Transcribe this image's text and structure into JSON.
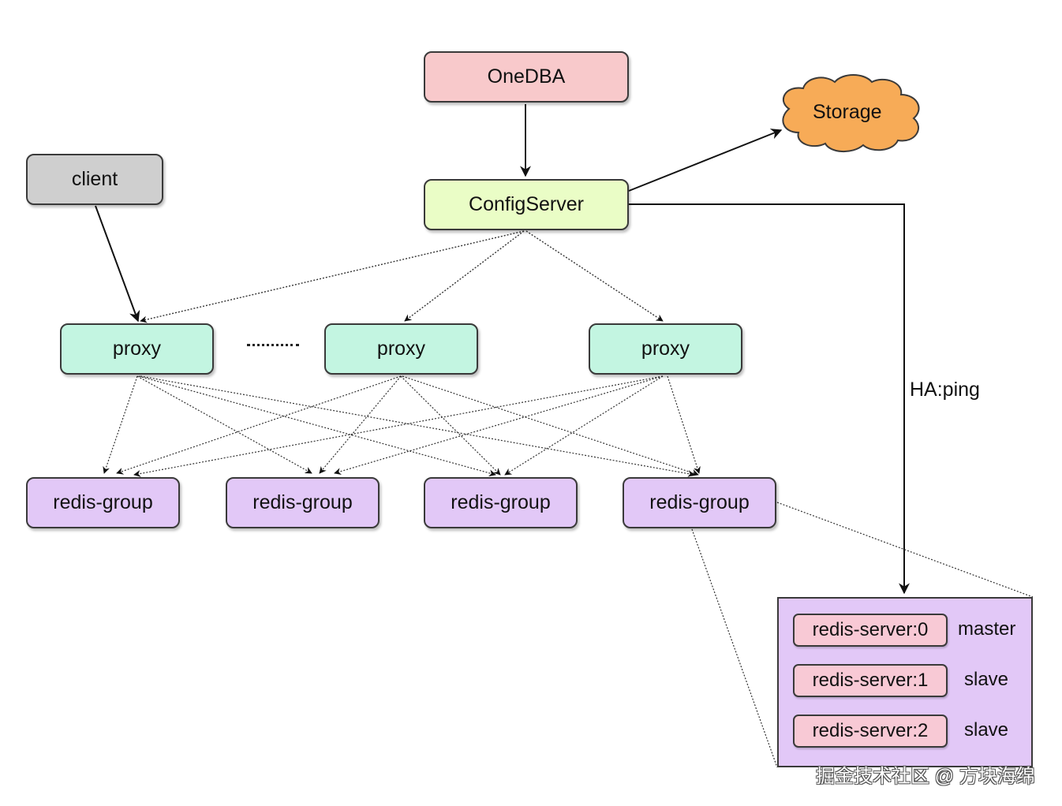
{
  "nodes": {
    "onedba": "OneDBA",
    "configserver": "ConfigServer",
    "storage": "Storage",
    "client": "client",
    "proxies": [
      "proxy",
      "proxy",
      "proxy"
    ],
    "proxy_ellipsis": "·········",
    "redis_groups": [
      "redis-group",
      "redis-group",
      "redis-group",
      "redis-group"
    ]
  },
  "edges": {
    "ha_label": "HA:ping"
  },
  "redis_group_detail": {
    "servers": [
      {
        "name": "redis-server:0",
        "role": "master"
      },
      {
        "name": "redis-server:1",
        "role": "slave"
      },
      {
        "name": "redis-server:2",
        "role": "slave"
      }
    ]
  },
  "colors": {
    "onedba": "#f8c9cb",
    "configserver": "#eafdc6",
    "storage": "#f7ab57",
    "client": "#cfcfcf",
    "proxy": "#c3f5e1",
    "redis_group": "#e2c8f7",
    "redis_server": "#f8c9d5"
  },
  "watermark": "掘金技术社区 @ 方块海绵"
}
